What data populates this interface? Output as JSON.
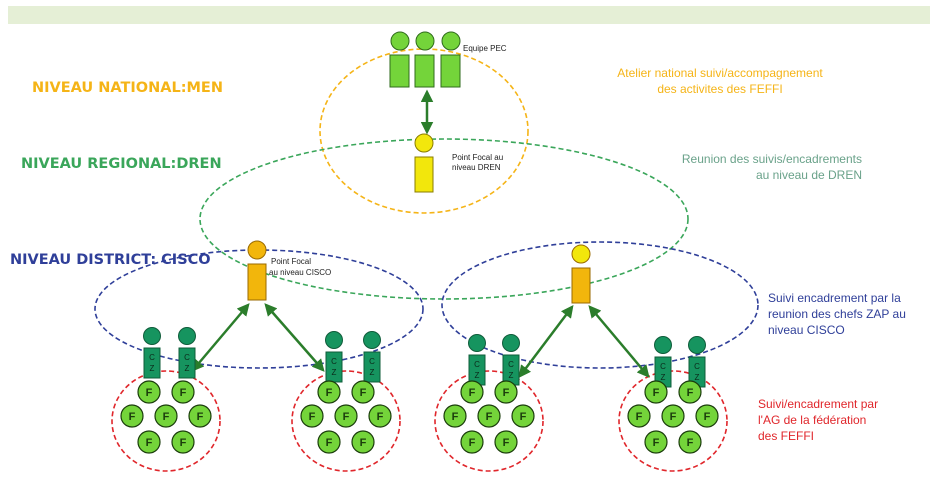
{
  "levels": {
    "national": "NIVEAU NATIONAL:MEN",
    "regional": "NIVEAU REGIONAL:DREN",
    "district": "NIVEAU DISTRICT: CISCO"
  },
  "labels": {
    "equipe": "Equipe PEC",
    "pf_dren_1": "Point Focal au",
    "pf_dren_2": "niveau DREN",
    "pf_cisco_1": "Point Focal",
    "pf_cisco_2": "au niveau CISCO"
  },
  "notes": {
    "national_1": "Atelier national suivi/accompagnement",
    "national_2": "des activites des FEFFI",
    "regional_1": "Reunion des suivis/encadrements",
    "regional_2": "au niveau de DREN",
    "district_1": "Suivi encadrement par la",
    "district_2": "reunion des chefs ZAP au",
    "district_3": "niveau CISCO",
    "federation_1": "Suivi/encadrement par",
    "federation_2": "l'AG de la fédération",
    "federation_3": "des FEFFI"
  },
  "node_letters": {
    "feffi": "F",
    "zap": "C Z"
  },
  "colors": {
    "national": "#f5b417",
    "regional": "#3aa65a",
    "district": "#2f3f99",
    "federation": "#e0262b",
    "green_fill": "#74d43a",
    "dark_green": "#16945f",
    "yellow_fill": "#f2e70c",
    "orange_fill": "#f2b60c",
    "arrow": "#2b7d2b"
  }
}
